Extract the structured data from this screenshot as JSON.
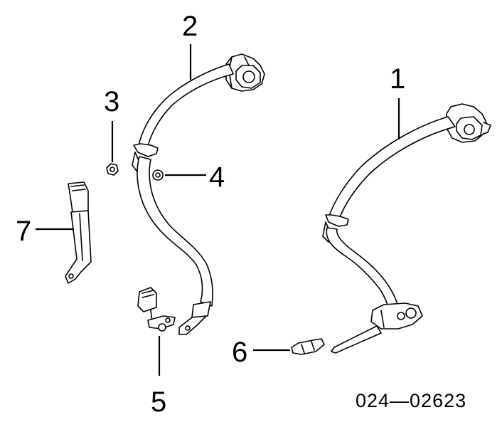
{
  "callouts": {
    "c1": "1",
    "c2": "2",
    "c3": "3",
    "c4": "4",
    "c5": "5",
    "c6": "6",
    "c7": "7"
  },
  "reference_number": "024—02623",
  "colors": {
    "ink": "#000000",
    "paper": "#ffffff"
  }
}
